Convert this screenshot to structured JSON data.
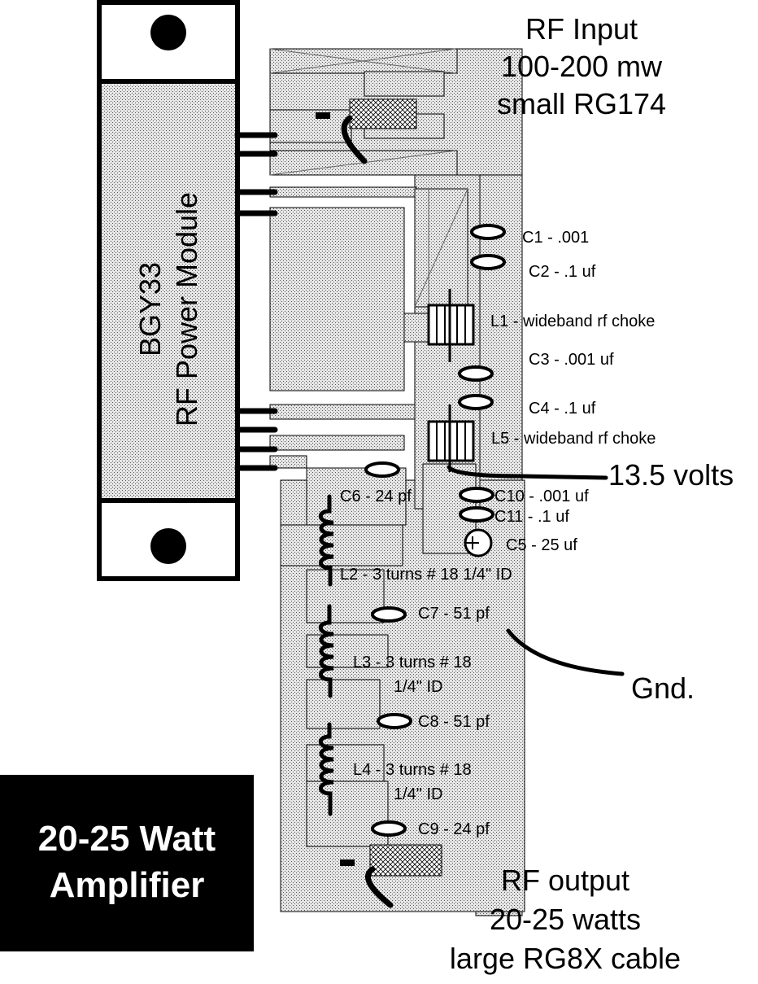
{
  "module": {
    "line1": "BGY33",
    "line2": "RF Power Module"
  },
  "rf_input": {
    "line1": "RF Input",
    "line2": "100-200 mw",
    "line3": "small RG174"
  },
  "rf_output": {
    "line1": "RF output",
    "line2": "20-25 watts",
    "line3": "large RG8X cable"
  },
  "title_box": {
    "line1": "20-25  Watt",
    "line2": "Amplifier"
  },
  "supply_label": "13.5 volts",
  "ground_label": "Gnd.",
  "components": {
    "c1": "C1 - .001",
    "c2": "C2 - .1 uf",
    "l1": "L1 - wideband rf choke",
    "c3": "C3 - .001 uf",
    "c4": "C4 - .1 uf",
    "l5": "L5 - wideband rf choke",
    "c6": "C6 - 24 pf",
    "c10": "C10 - .001 uf",
    "c11": "C11 - .1 uf",
    "c5": "C5 - 25 uf",
    "l2": "L2 - 3 turns # 18 1/4\" ID",
    "c7": "C7 - 51 pf",
    "l3_a": "L3 - 3 turns # 18",
    "l3_b": "1/4\" ID",
    "c8": "C8 - 51 pf",
    "l4_a": "L4 - 3 turns # 18",
    "l4_b": "1/4\" ID",
    "c9": "C9 - 24 pf"
  },
  "colors": {
    "ink": "#000000",
    "board_fill": "#d9d9d9",
    "paper": "#ffffff"
  }
}
